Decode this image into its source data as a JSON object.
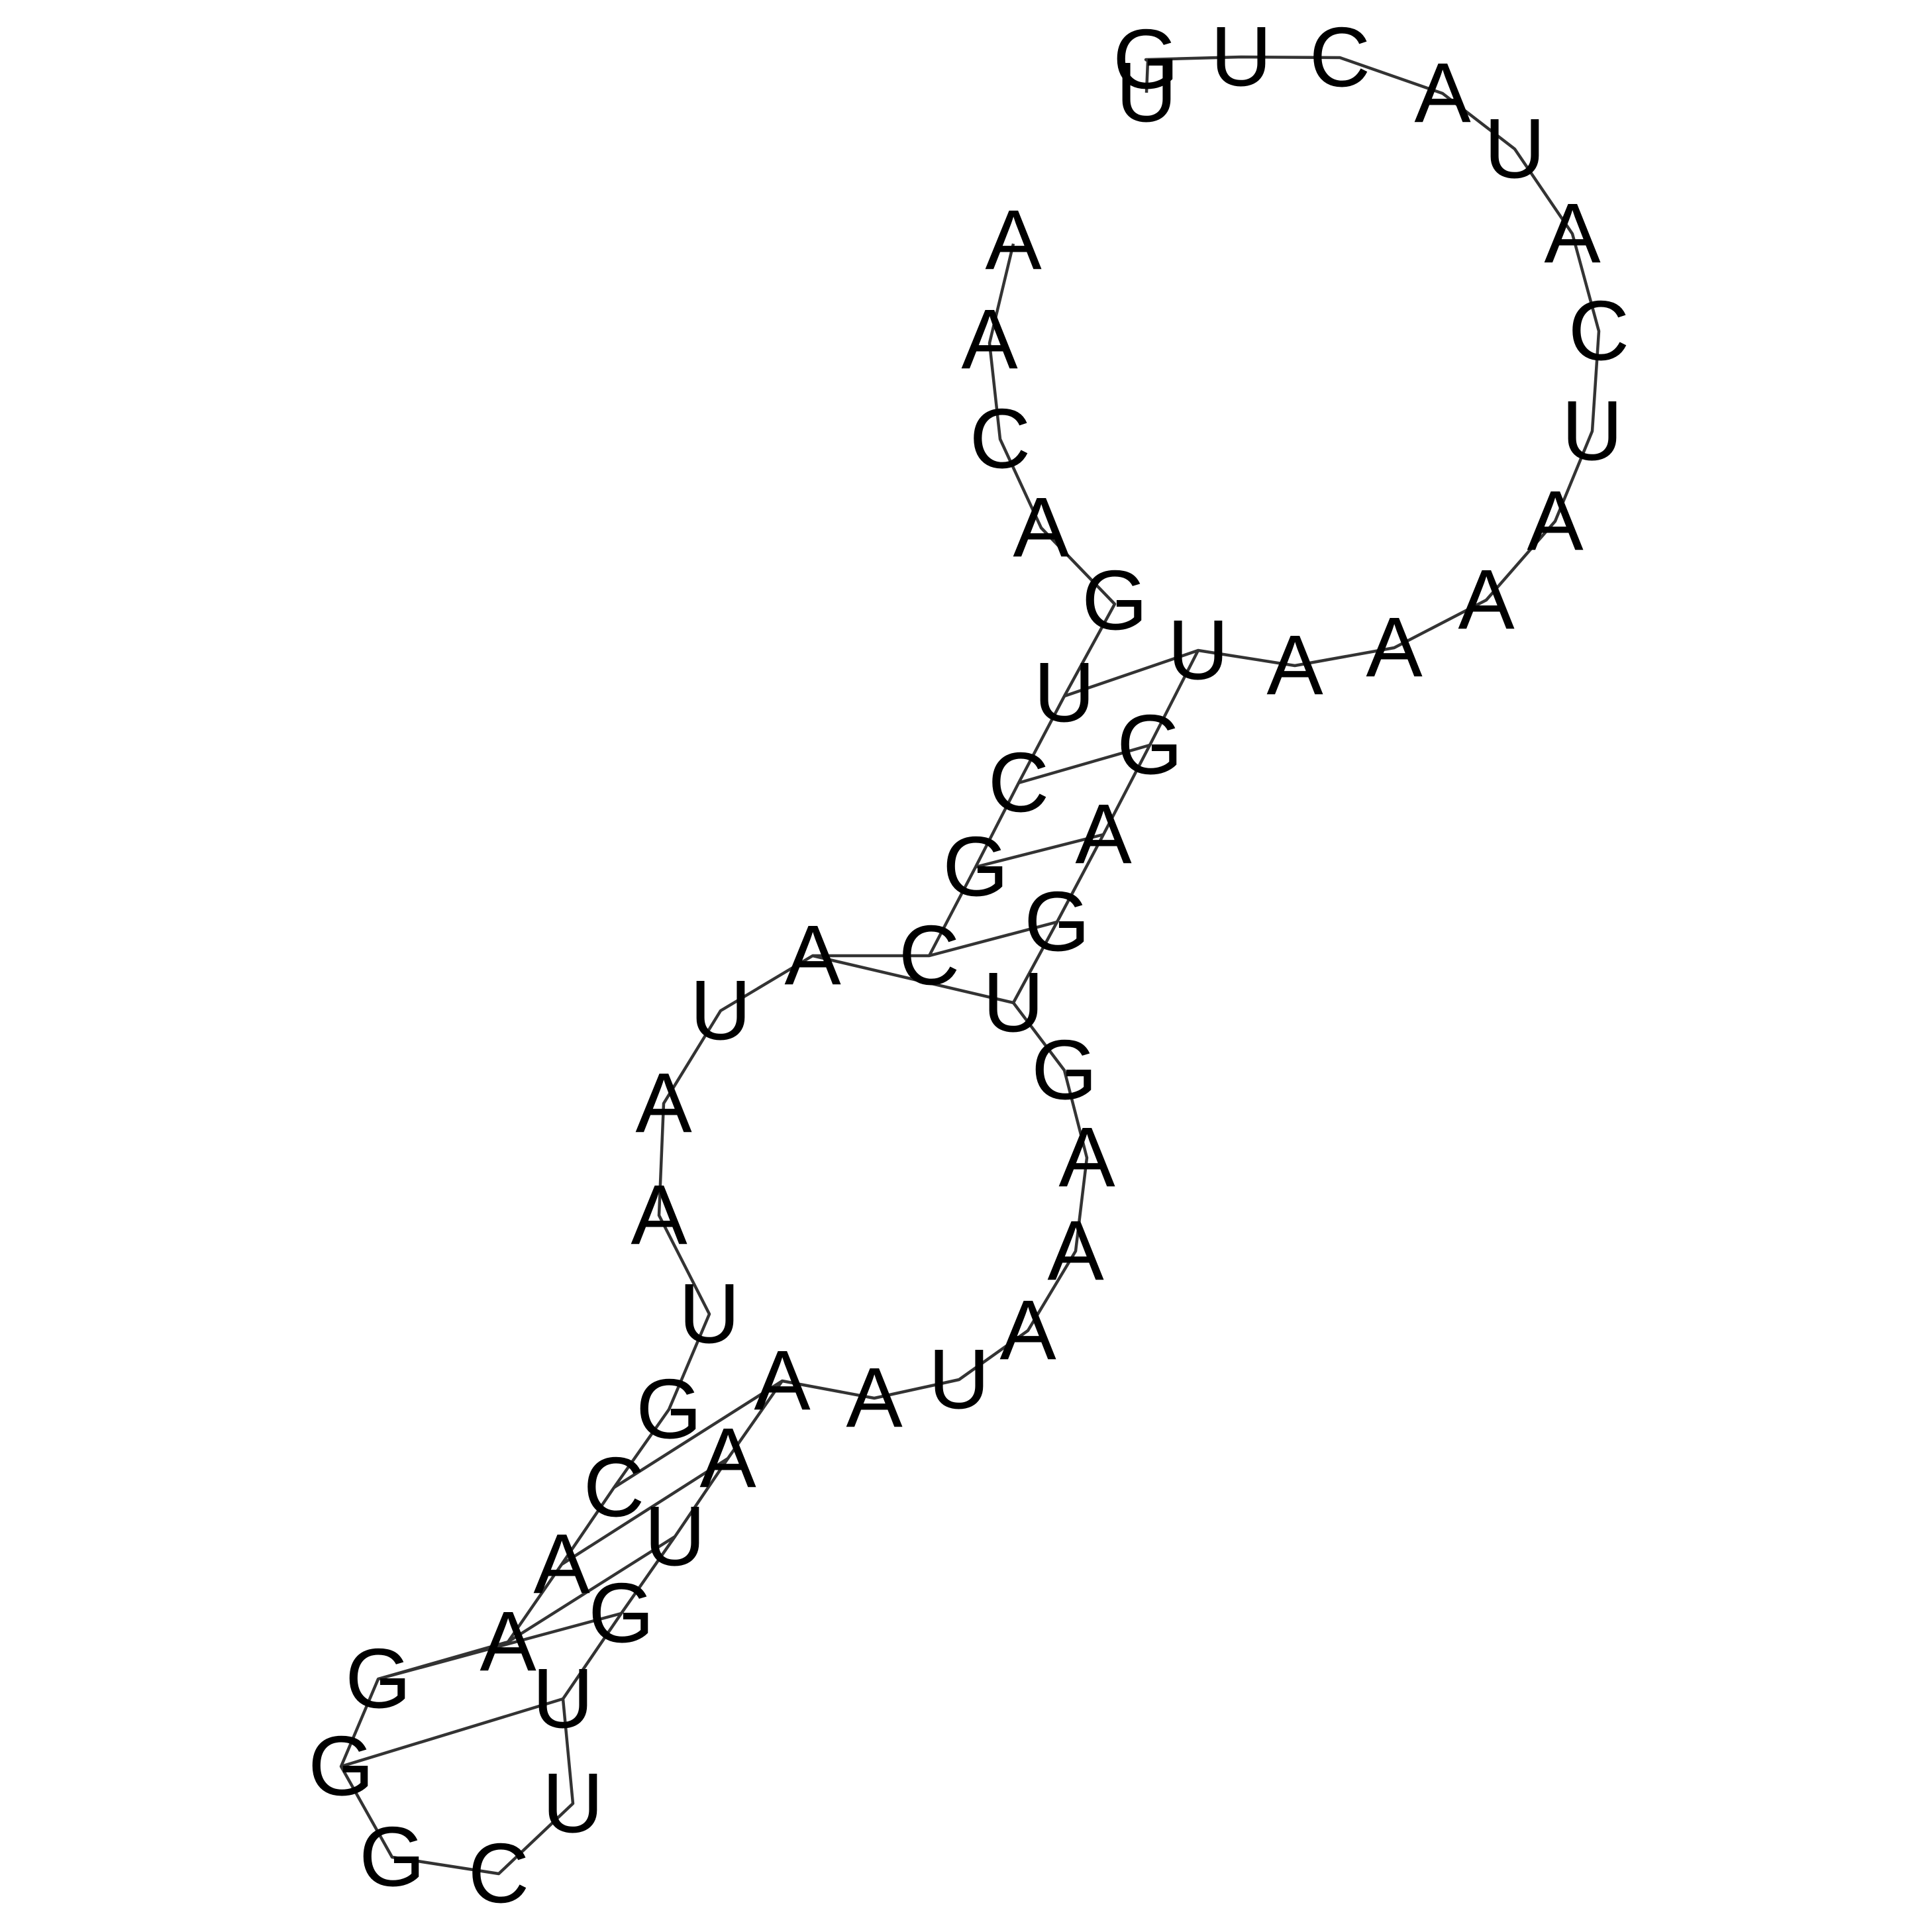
{
  "diagram": {
    "type": "rna-secondary-structure",
    "sequence": [
      "A",
      "A",
      "C",
      "A",
      "G",
      "U",
      "C",
      "G",
      "C",
      "A",
      "U",
      "A",
      "A",
      "U",
      "G",
      "C",
      "A",
      "A",
      "G",
      "G",
      "G",
      "C",
      "U",
      "U",
      "G",
      "U",
      "A",
      "A",
      "A",
      "U",
      "A",
      "A",
      "A",
      "G",
      "U",
      "G",
      "A",
      "G",
      "U",
      "A",
      "A",
      "A",
      "A",
      "U",
      "C",
      "A",
      "U",
      "A",
      "C",
      "U",
      "G",
      "U",
      "G"
    ],
    "base_pairs": [
      [
        5,
        38
      ],
      [
        6,
        37
      ],
      [
        7,
        36
      ],
      [
        8,
        35
      ],
      [
        9,
        34
      ],
      [
        15,
        27
      ],
      [
        16,
        26
      ],
      [
        17,
        25
      ],
      [
        18,
        24
      ],
      [
        19,
        23
      ]
    ]
  }
}
